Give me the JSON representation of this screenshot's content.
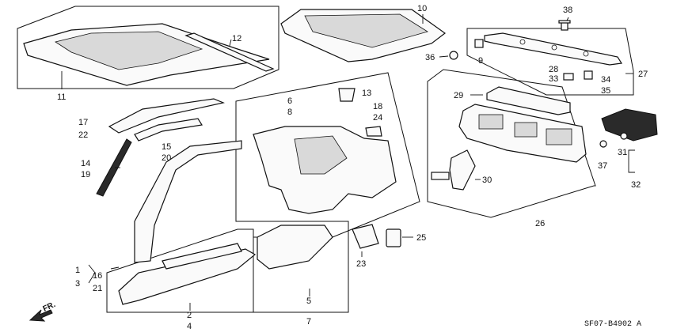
{
  "diagram": {
    "callouts": {
      "c1": "1",
      "c2": "2",
      "c3": "3",
      "c4": "4",
      "c5": "5",
      "c6": "6",
      "c7": "7",
      "c8": "8",
      "c9": "9",
      "c10": "10",
      "c11": "11",
      "c12": "12",
      "c13": "13",
      "c14": "14",
      "c15": "15",
      "c16": "16",
      "c17": "17",
      "c18": "18",
      "c19": "19",
      "c20": "20",
      "c21": "21",
      "c22": "22",
      "c23": "23",
      "c24": "24",
      "c25": "25",
      "c26": "26",
      "c27": "27",
      "c28": "28",
      "c29": "29",
      "c30": "30",
      "c31": "31",
      "c32": "32",
      "c33": "33",
      "c34": "34",
      "c35": "35",
      "c36": "36",
      "c37": "37",
      "c38": "38"
    },
    "direction_label": "FR.",
    "diagram_code": "SF07-B4902 A"
  }
}
